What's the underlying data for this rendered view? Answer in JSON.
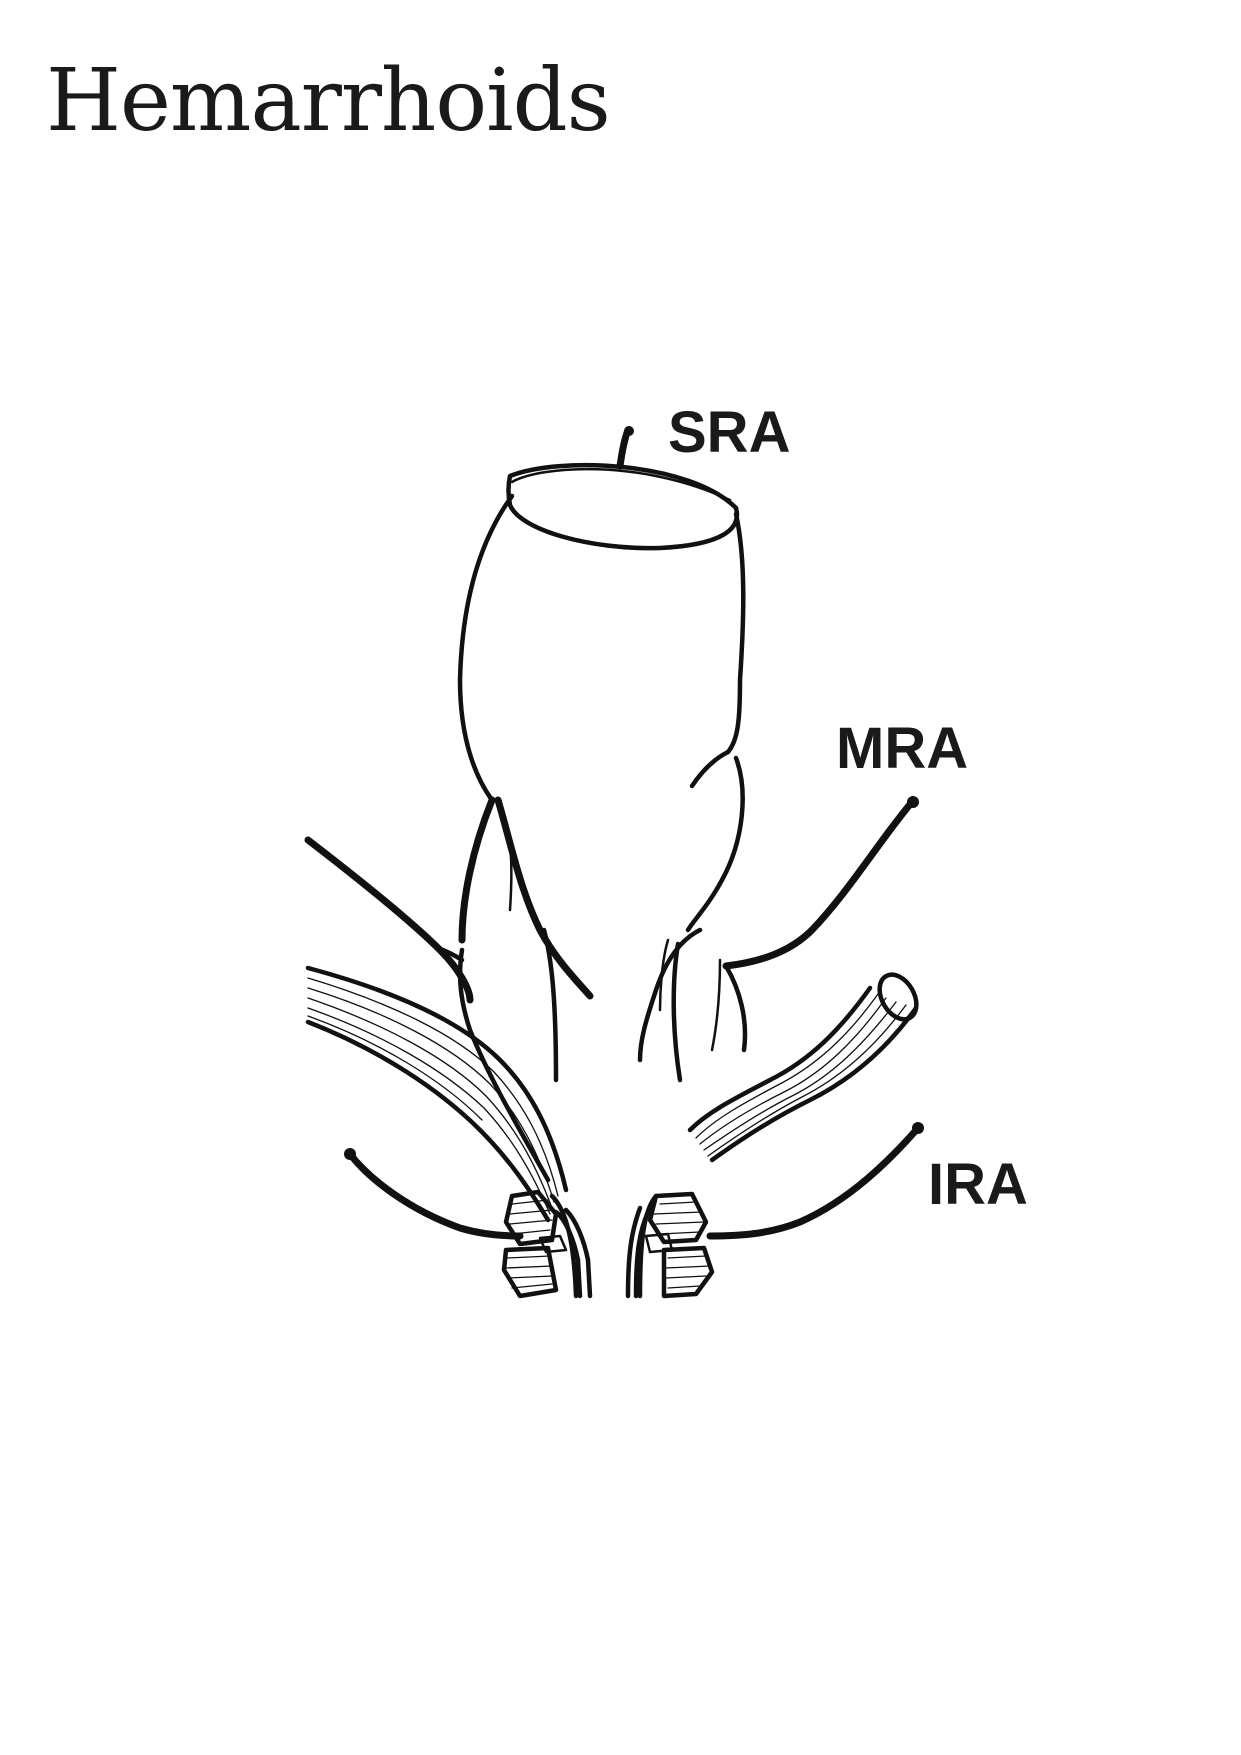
{
  "title": "Hemarrhoids",
  "diagram": {
    "labels": {
      "sra": "SRA",
      "mra": "MRA",
      "ira": "IRA"
    },
    "colors": {
      "ink": "#111111",
      "background": "#ffffff"
    }
  }
}
